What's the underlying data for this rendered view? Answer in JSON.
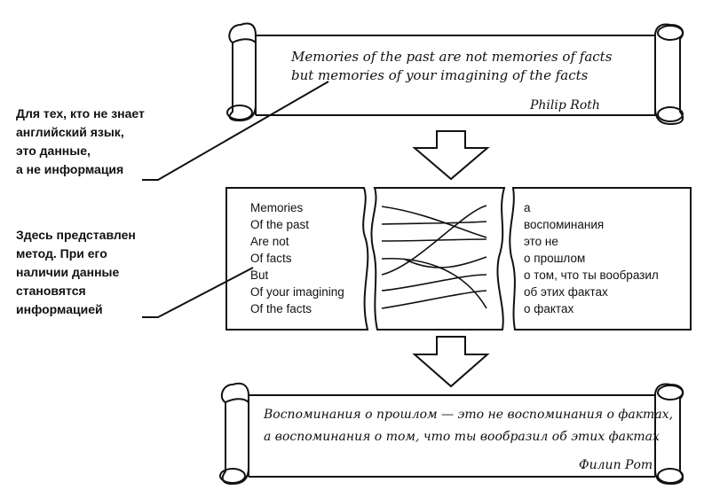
{
  "top_scroll": {
    "lines": [
      "Memories of the past are not memories of facts",
      "but memories of your imagining of the facts"
    ],
    "author": "Philip Roth"
  },
  "note_top": {
    "lines": [
      "Для тех, кто не знает",
      "английский язык,",
      "это данные,",
      "а не информация"
    ]
  },
  "note_bottom": {
    "lines": [
      "Здесь представлен",
      "метод. При его",
      "наличии данные",
      "становятся",
      "информацией"
    ]
  },
  "english_fragments": [
    "Memories",
    "Of the past",
    "Are not",
    "Of facts",
    "But",
    "Of your imagining",
    "Of the facts"
  ],
  "russian_fragments": [
    "а",
    "воспоминания",
    "это не",
    "о прошлом",
    "о том, что ты вообразил",
    "об этих фактах",
    "о фактах"
  ],
  "bottom_scroll": {
    "lines": [
      "Воспоминания о прошлом — это не воспоминания о фактах,",
      "а воспоминания о том, что ты вообразил об этих фактах"
    ],
    "author": "Филип Рот"
  }
}
